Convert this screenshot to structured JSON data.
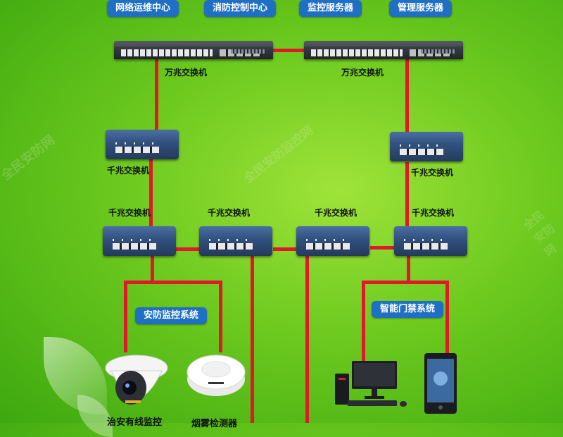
{
  "top_labels": [
    "网络运维中心",
    "消防控制中心",
    "监控服务器",
    "管理服务器"
  ],
  "switch_labels": {
    "core_left": "万兆交换机",
    "core_right": "万兆交换机",
    "agg_left": "千兆交换机",
    "agg_right": "千兆交换机",
    "access_1": "千兆交换机",
    "access_2": "千兆交换机",
    "access_3": "千兆交换机",
    "access_4": "千兆交换机"
  },
  "systems": {
    "security": "安防监控系统",
    "access_control": "智能门禁系统"
  },
  "devices": {
    "camera": "治安有线监控",
    "smoke": "烟雾检测器"
  },
  "watermarks": [
    "全民安防网",
    "全民安防监控网"
  ],
  "colors": {
    "link": "#e1182a",
    "tag": "#1f6fc4",
    "bg": "#6cc91e"
  }
}
